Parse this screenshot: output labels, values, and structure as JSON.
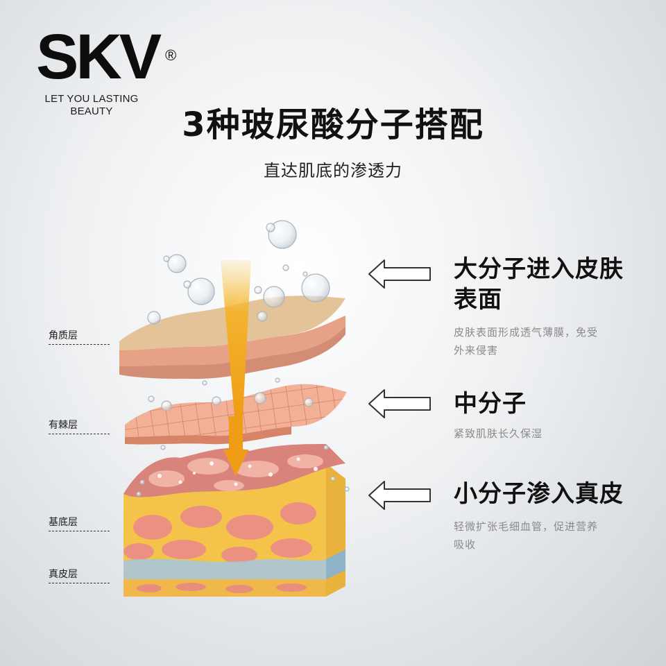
{
  "logo": {
    "mark": "SKV",
    "reg_symbol": "®",
    "tagline_line1": "LET YOU LASTING",
    "tagline_line2": "BEAUTY"
  },
  "header": {
    "title": "3种玻尿酸分子搭配",
    "subtitle": "直达肌底的渗透力"
  },
  "layers": [
    {
      "label": "角质层"
    },
    {
      "label": "有棘层"
    },
    {
      "label": "基底层"
    },
    {
      "label": "真皮层"
    }
  ],
  "molecules": [
    {
      "title_line1": "大分子进入皮肤",
      "title_line2": "表面",
      "text_line1": "皮肤表面形成透气薄膜，免受",
      "text_line2": "外来侵害"
    },
    {
      "title_line1": "中分子",
      "text_line1": "紧致肌肤长久保湿"
    },
    {
      "title_line1": "小分子渗入真皮",
      "text_line1": "轻微扩张毛细血管，促进营养",
      "text_line2": "吸收"
    }
  ],
  "colors": {
    "background": "#e6e8eb",
    "title": "#111111",
    "desc_gray": "#8a8a8a",
    "beam": "#f2a81d",
    "skin_top": "#e8c79c",
    "skin_pink": "#e6a08a",
    "dermis_yellow": "#f3c34a",
    "dermis_blue": "#a9c7d8",
    "cells_pink": "#ec8f86"
  },
  "icons": [
    "left-arrow-icon",
    "bubble-icon"
  ]
}
